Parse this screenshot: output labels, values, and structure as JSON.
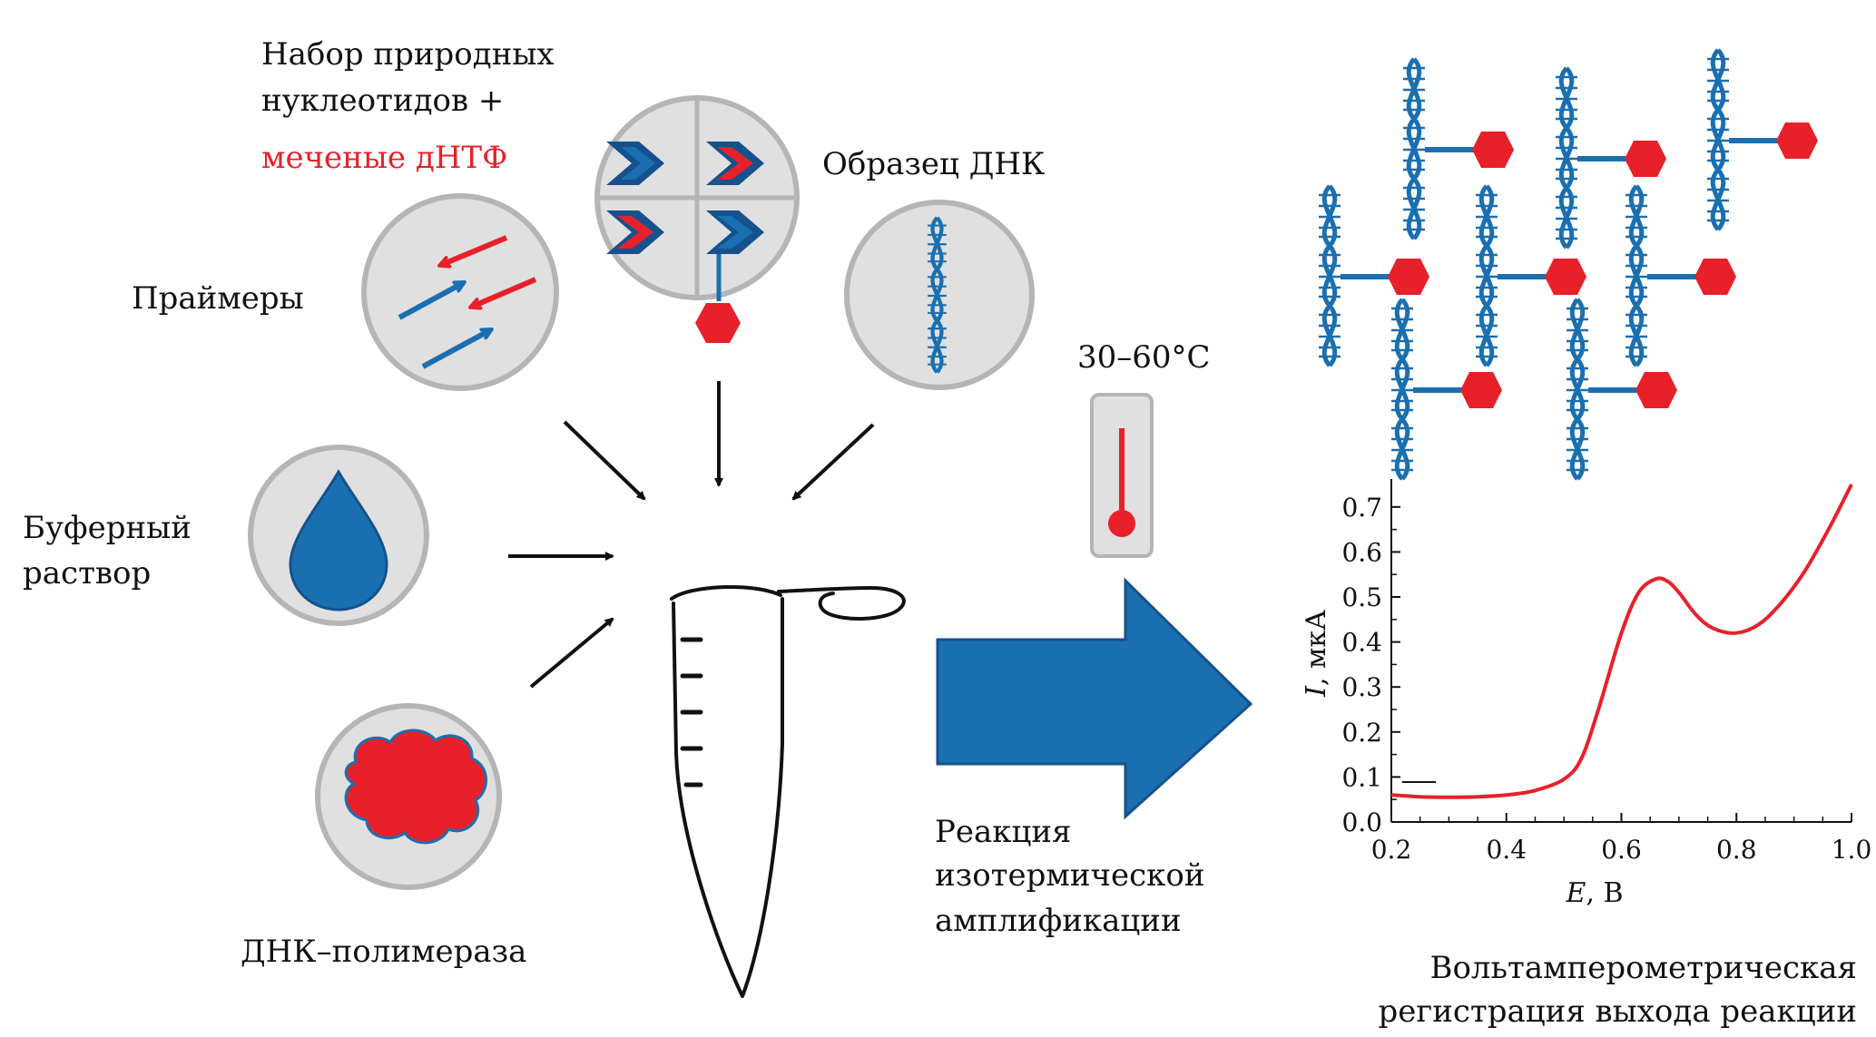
{
  "labels": {
    "nucleotides_line1": "Набор природных",
    "nucleotides_line2": "нуклеотидов +",
    "labeled_dntp": "меченые дНТФ",
    "dna_sample": "Образец ДНК",
    "primers": "Праймеры",
    "buffer_line1": "Буферный",
    "buffer_line2": "раствор",
    "polymerase": "ДНК–полимераза",
    "temperature": "30–60°C",
    "reaction_line1": "Реакция",
    "reaction_line2": "изотермической",
    "reaction_line3": "амплификации",
    "voltammetry_line1": "Вольтамперометрическая",
    "voltammetry_line2": "регистрация выхода реакции"
  },
  "colors": {
    "blue": "#1a6fb0",
    "blue_dark": "#15518c",
    "red": "#e8202a",
    "circle_fill": "#e0e0e0",
    "circle_stroke": "#b5b5b5"
  },
  "chart_data": {
    "type": "line",
    "title": "",
    "xlabel_var": "E",
    "xlabel_unit": ", В",
    "ylabel_var": "I",
    "ylabel_unit": ", мкА",
    "xlim": [
      0.2,
      1.0
    ],
    "ylim": [
      0.0,
      0.75
    ],
    "x_ticks": [
      0.2,
      0.4,
      0.6,
      0.8,
      1.0
    ],
    "x_tick_labels": [
      "0.2",
      "0.4",
      "0.6",
      "0.8",
      "1.0"
    ],
    "y_ticks": [
      0.0,
      0.1,
      0.2,
      0.3,
      0.4,
      0.5,
      0.6,
      0.7
    ],
    "y_tick_labels": [
      "0.0",
      "0.1",
      "0.2",
      "0.3",
      "0.4",
      "0.5",
      "0.6",
      "0.7"
    ],
    "series": [
      {
        "name": "voltammogram",
        "color": "#e8202a",
        "x": [
          0.2,
          0.25,
          0.3,
          0.35,
          0.4,
          0.45,
          0.5,
          0.53,
          0.56,
          0.6,
          0.63,
          0.66,
          0.68,
          0.7,
          0.73,
          0.76,
          0.8,
          0.84,
          0.88,
          0.92,
          0.96,
          1.0
        ],
        "y": [
          0.06,
          0.056,
          0.055,
          0.056,
          0.06,
          0.07,
          0.095,
          0.14,
          0.25,
          0.42,
          0.51,
          0.54,
          0.535,
          0.51,
          0.46,
          0.43,
          0.42,
          0.44,
          0.49,
          0.56,
          0.65,
          0.75
        ]
      }
    ]
  }
}
